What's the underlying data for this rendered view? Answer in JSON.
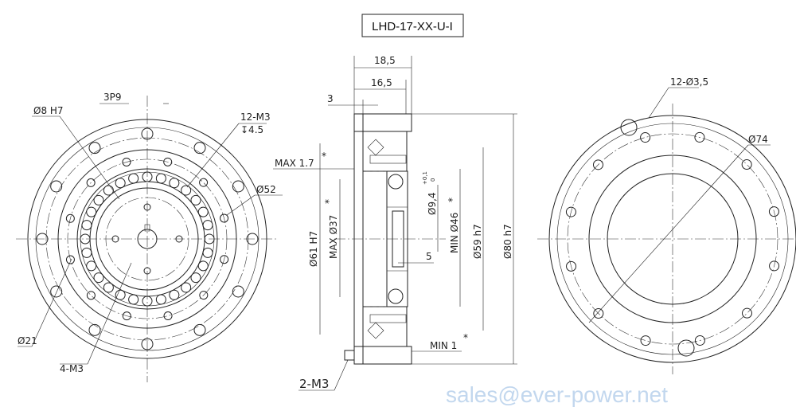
{
  "title": "LHD-17-XX-U-I",
  "watermark": "sales@ever-power.net",
  "front_view": {
    "labels": {
      "keyway": "3P9",
      "bore": "Ø8 H7",
      "tapped_holes": "12-M3",
      "tapped_depth": "↧4.5",
      "pitch_circle": "Ø52",
      "hub": "Ø21",
      "hub_holes": "4-M3"
    }
  },
  "section_view": {
    "labels": {
      "width_total": "18,5",
      "width_body": "16,5",
      "flange": "3",
      "max_protrusion": "MAX 1.7",
      "max_protrusion_mark": "*",
      "bore_61": "Ø61 H7",
      "max_37": "MAX Ø37",
      "max_37_mark": "*",
      "d94": "Ø9,4",
      "d94_tol_upper": "+0,1",
      "d94_tol_lower": "0",
      "min_46": "MIN Ø46",
      "min_46_mark": "*",
      "d59": "Ø59 h7",
      "d80": "Ø80 h7",
      "gap": "5",
      "min_clearance": "MIN 1",
      "min_clearance_mark": "*",
      "side_screws": "2-M3"
    }
  },
  "rear_view": {
    "labels": {
      "holes": "12-Ø3,5",
      "pcd": "Ø74"
    }
  }
}
